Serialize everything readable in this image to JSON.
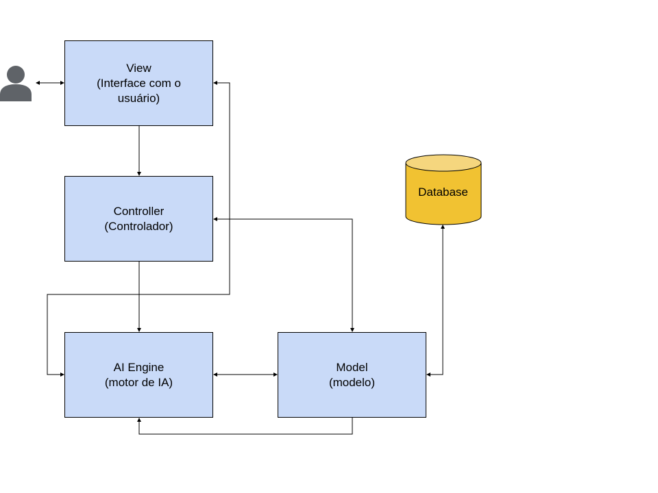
{
  "nodes": {
    "view": {
      "title": "View",
      "subtitle_line1": "(Interface com o",
      "subtitle_line2": "usuário)"
    },
    "controller": {
      "title": "Controller",
      "subtitle": "(Controlador)"
    },
    "ai_engine": {
      "title": "AI Engine",
      "subtitle": "(motor de IA)"
    },
    "model": {
      "title": "Model",
      "subtitle": "(modelo)"
    },
    "database": {
      "label": "Database"
    }
  },
  "icons": {
    "user": "person-icon"
  },
  "colors": {
    "box_fill": "#c9daf8",
    "database_fill": "#f1c232",
    "database_top": "#f5d67e",
    "user_icon": "#5f6368",
    "line": "#000000"
  }
}
